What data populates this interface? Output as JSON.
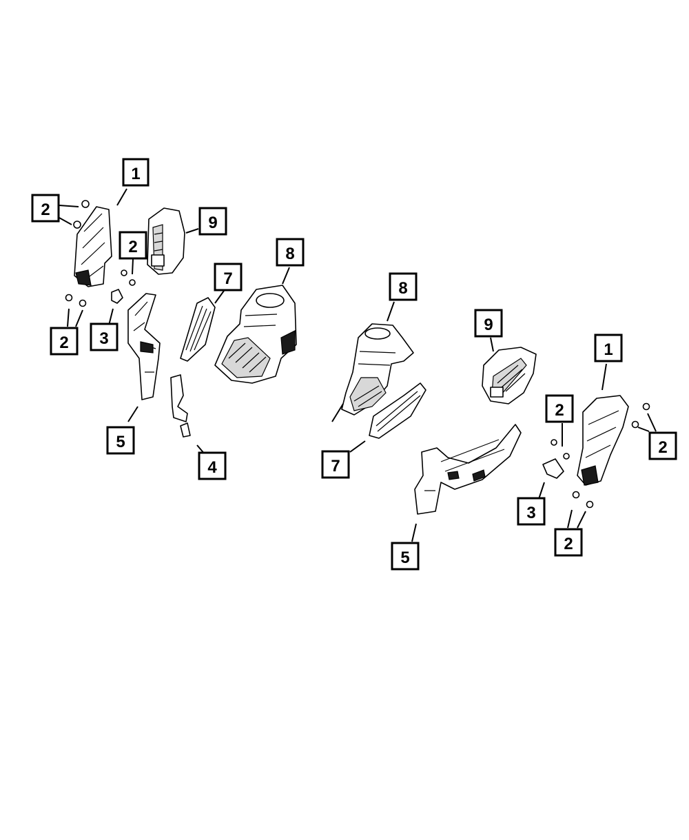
{
  "callouts": [
    {
      "id": "c1a",
      "label": "1"
    },
    {
      "id": "c2a",
      "label": "2"
    },
    {
      "id": "c9a",
      "label": "9"
    },
    {
      "id": "c2b",
      "label": "2"
    },
    {
      "id": "c8a",
      "label": "8"
    },
    {
      "id": "c7a",
      "label": "7"
    },
    {
      "id": "c2c",
      "label": "2"
    },
    {
      "id": "c3a",
      "label": "3"
    },
    {
      "id": "c5a",
      "label": "5"
    },
    {
      "id": "c4a",
      "label": "4"
    },
    {
      "id": "c8b",
      "label": "8"
    },
    {
      "id": "c9b",
      "label": "9"
    },
    {
      "id": "c1b",
      "label": "1"
    },
    {
      "id": "c2d",
      "label": "2"
    },
    {
      "id": "c2e",
      "label": "2"
    },
    {
      "id": "c7b",
      "label": "7"
    },
    {
      "id": "c3b",
      "label": "3"
    },
    {
      "id": "c2f",
      "label": "2"
    },
    {
      "id": "c5b",
      "label": "5"
    }
  ]
}
